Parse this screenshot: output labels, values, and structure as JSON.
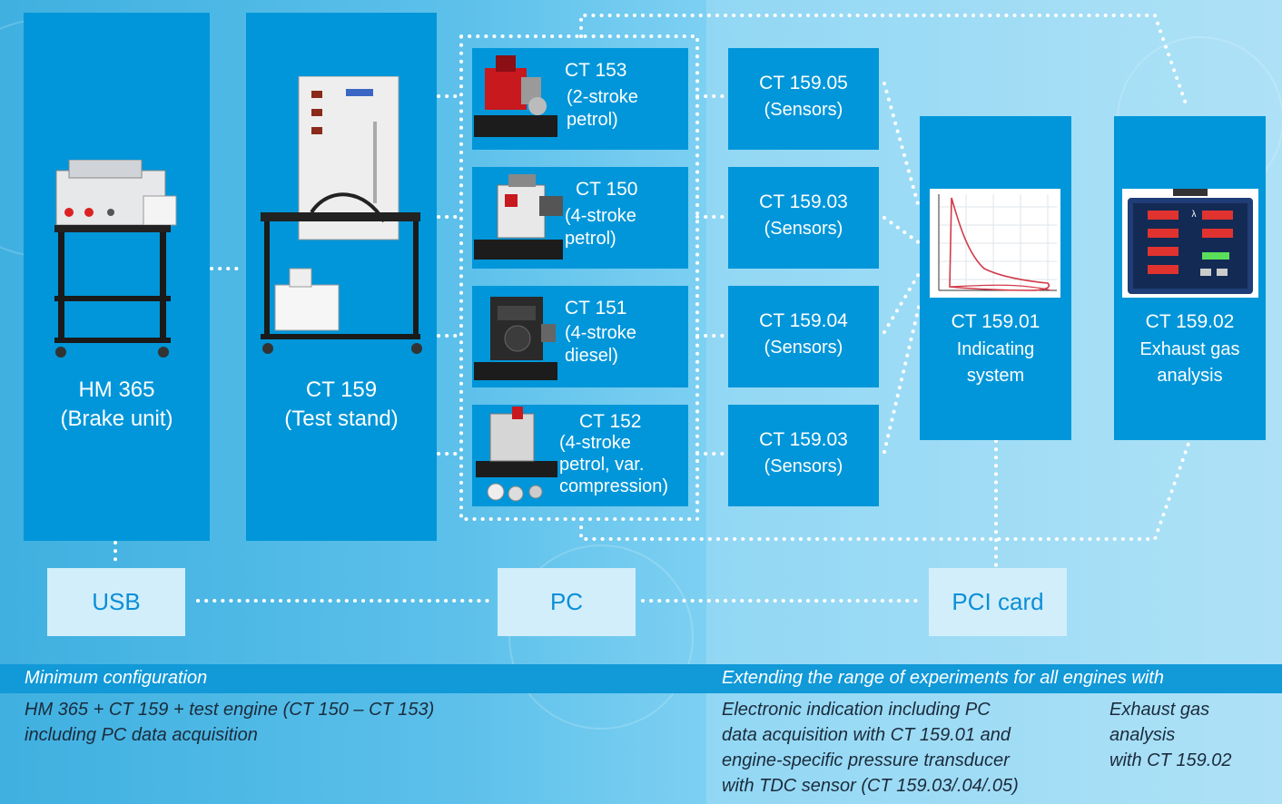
{
  "colors": {
    "box": "#0096d9",
    "pale_box": "#d2eefb",
    "pale_text": "#0a8fd6",
    "dots": "#ffffff",
    "caption_bar": "#1199d8"
  },
  "boxes": {
    "hm365": {
      "title": "HM 365",
      "sub": "(Brake unit)"
    },
    "ct159": {
      "title": "CT 159",
      "sub": "(Test stand)"
    },
    "engines": [
      {
        "title": "CT 153",
        "sub": "(2-stroke\npetrol)"
      },
      {
        "title": "CT 150",
        "sub": "(4-stroke\npetrol)"
      },
      {
        "title": "CT 151",
        "sub": "(4-stroke\ndiesel)"
      },
      {
        "title": "CT 152",
        "sub": "(4-stroke\npetrol, var.\ncompression)"
      }
    ],
    "sensors": [
      {
        "title": "CT 159.05",
        "sub": "(Sensors)"
      },
      {
        "title": "CT 159.03",
        "sub": "(Sensors)"
      },
      {
        "title": "CT 159.04",
        "sub": "(Sensors)"
      },
      {
        "title": "CT 159.03",
        "sub": "(Sensors)"
      }
    ],
    "indicating": {
      "title": "CT 159.01",
      "sub": "Indicating\nsystem"
    },
    "exhaust": {
      "title": "CT 159.02",
      "sub": "Exhaust gas\nanalysis"
    }
  },
  "interfaces": {
    "usb": "USB",
    "pc": "PC",
    "pci": "PCI card"
  },
  "analyzer_tags": {
    "lambda": "λ"
  },
  "captions": {
    "left_heading": "Minimum configuration",
    "left_text": "HM 365 + CT 159 + test engine (CT 150 – CT 153)\nincluding PC data acquisition",
    "right_heading": "Extending the range of experiments for all engines with",
    "right_text_1": "Electronic indication including PC\ndata acquisition with CT 159.01 and\nengine-specific pressure transducer\nwith TDC sensor (CT 159.03/.04/.05)",
    "right_text_2": "Exhaust gas\nanalysis\nwith CT 159.02"
  }
}
